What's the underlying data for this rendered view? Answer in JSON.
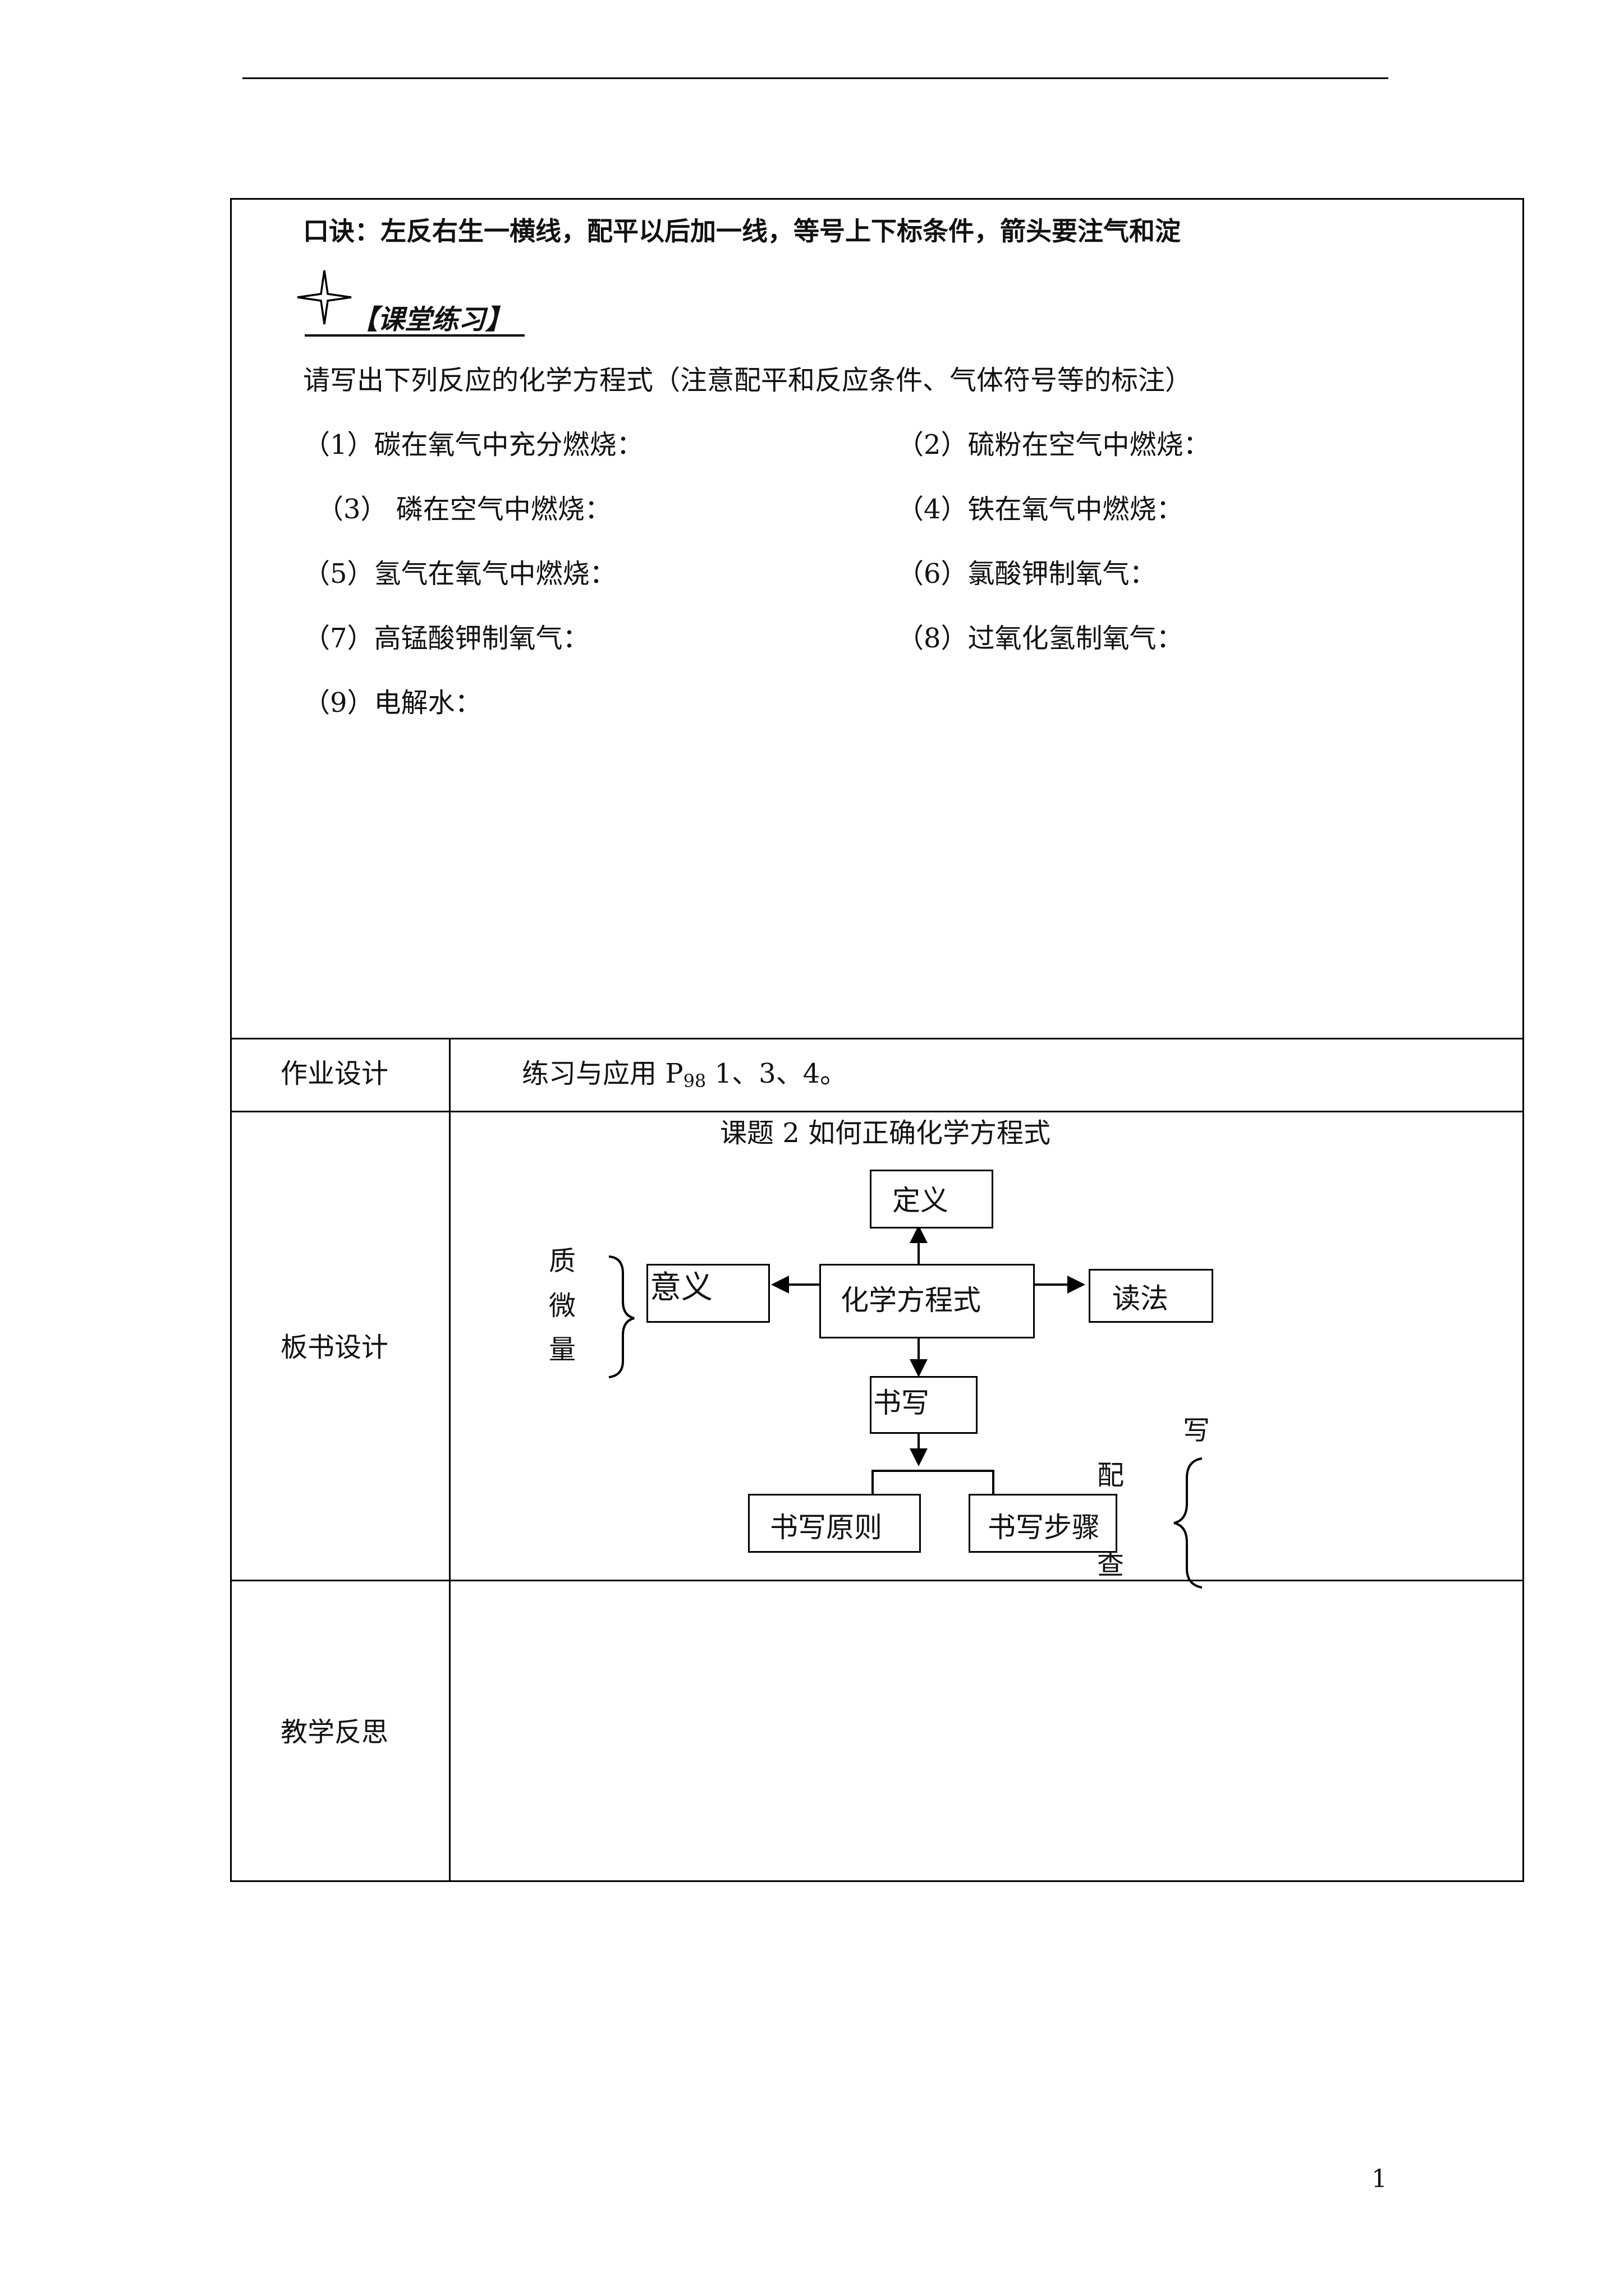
{
  "mnemonic": "口诀：左反右生一横线，配平以后加一线，等号上下标条件，箭头要注气和淀",
  "practice": {
    "heading": "【课堂练习】",
    "instruction": "请写出下列反应的化学方程式（注意配平和反应条件、气体符号等的标注）",
    "items": [
      "（1）碳在氧气中充分燃烧：",
      "（2）硫粉在空气中燃烧：",
      "（3） 磷在空气中燃烧：",
      "（4）铁在氧气中燃烧：",
      "（5）氢气在氧气中燃烧：",
      "（6）氯酸钾制氧气：",
      "（7）高锰酸钾制氧气：",
      "（8）过氧化氢制氧气：",
      "（9）电解水："
    ]
  },
  "homework": {
    "label": "作业设计",
    "text_before": "练习与应用 P",
    "subscript": "98",
    "text_after": " 1、3、4。"
  },
  "board": {
    "label": "板书设计",
    "title": "课题 2  如何正确化学方程式",
    "center": "化学方程式",
    "definition": "定义",
    "meaning": "意义",
    "reading": "读法",
    "writing": "书写",
    "principles": "书写原则",
    "steps": "书写步骤",
    "meaning_chars": [
      "质",
      "微",
      "量"
    ],
    "step_chars": [
      "写",
      "配",
      "查"
    ]
  },
  "reflection": {
    "label": "教学反思"
  },
  "page_number": "1"
}
